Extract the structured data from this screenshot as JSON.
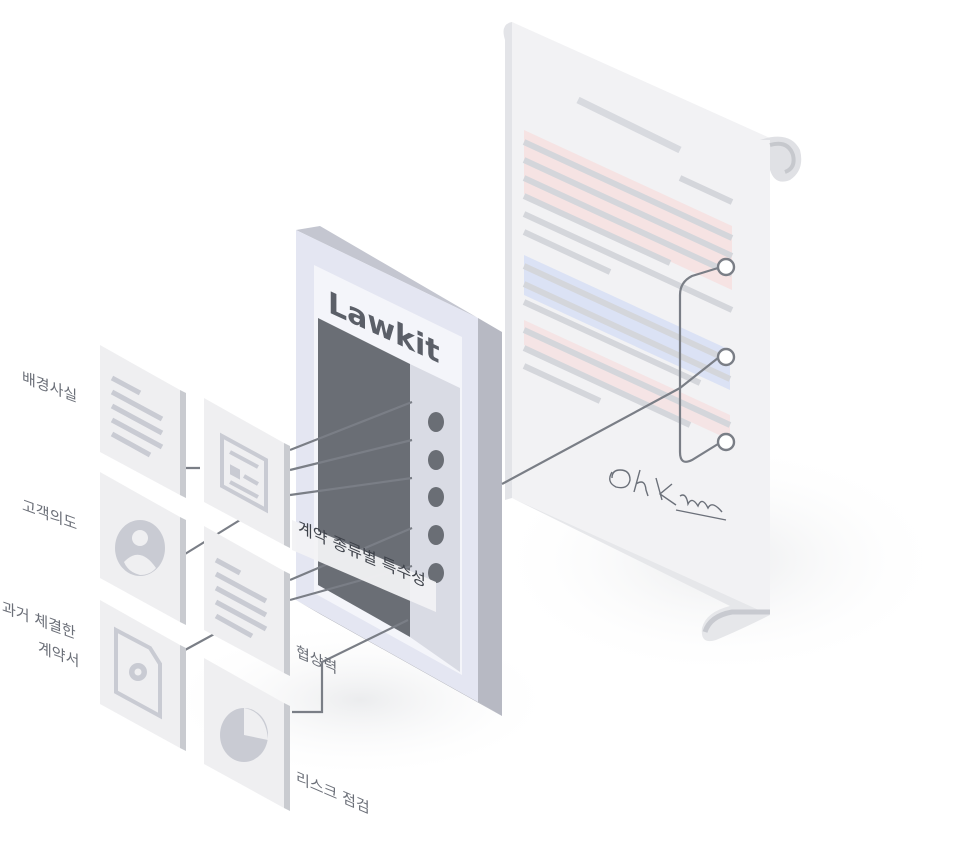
{
  "brand": {
    "name": "Lawkit"
  },
  "inputs": [
    {
      "label": "배경사실",
      "icon": "document-lines-icon"
    },
    {
      "label": "고객의도",
      "icon": "user-profile-icon"
    },
    {
      "label_line1": "과거 체결한",
      "label_line2": "계약서",
      "icon": "document-gear-icon"
    }
  ],
  "features": [
    {
      "label": "계약 종류별 특수성",
      "icon": "form-document-icon"
    },
    {
      "label": "협상력",
      "icon": "text-lines-icon"
    },
    {
      "label": "리스크 점검",
      "icon": "pie-chart-icon"
    }
  ],
  "contract": {
    "signature": "OhKims",
    "note": "signed contract scroll"
  },
  "colors": {
    "card": "#efeff1",
    "card_side": "#c9cbd0",
    "tablet_frame": "#dcdde4",
    "screen_dark": "#6a6e75",
    "connector": "#7a7e86",
    "highlight_pink": "#f6dede",
    "highlight_blue": "#d7dff5"
  }
}
